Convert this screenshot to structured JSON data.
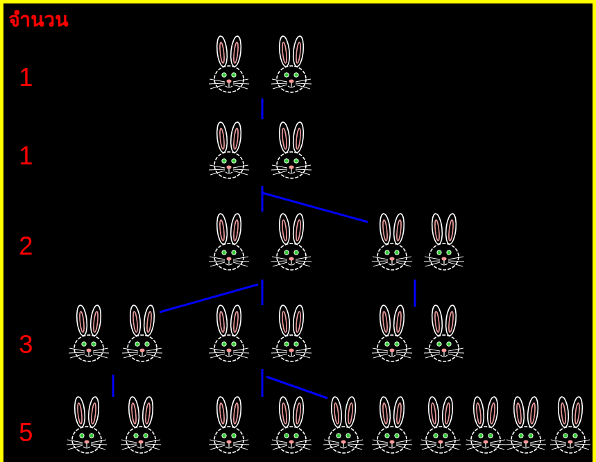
{
  "diagram": {
    "labels": [
      "จำนวน",
      "1",
      "1",
      "2",
      "3",
      "5"
    ]
  }
}
